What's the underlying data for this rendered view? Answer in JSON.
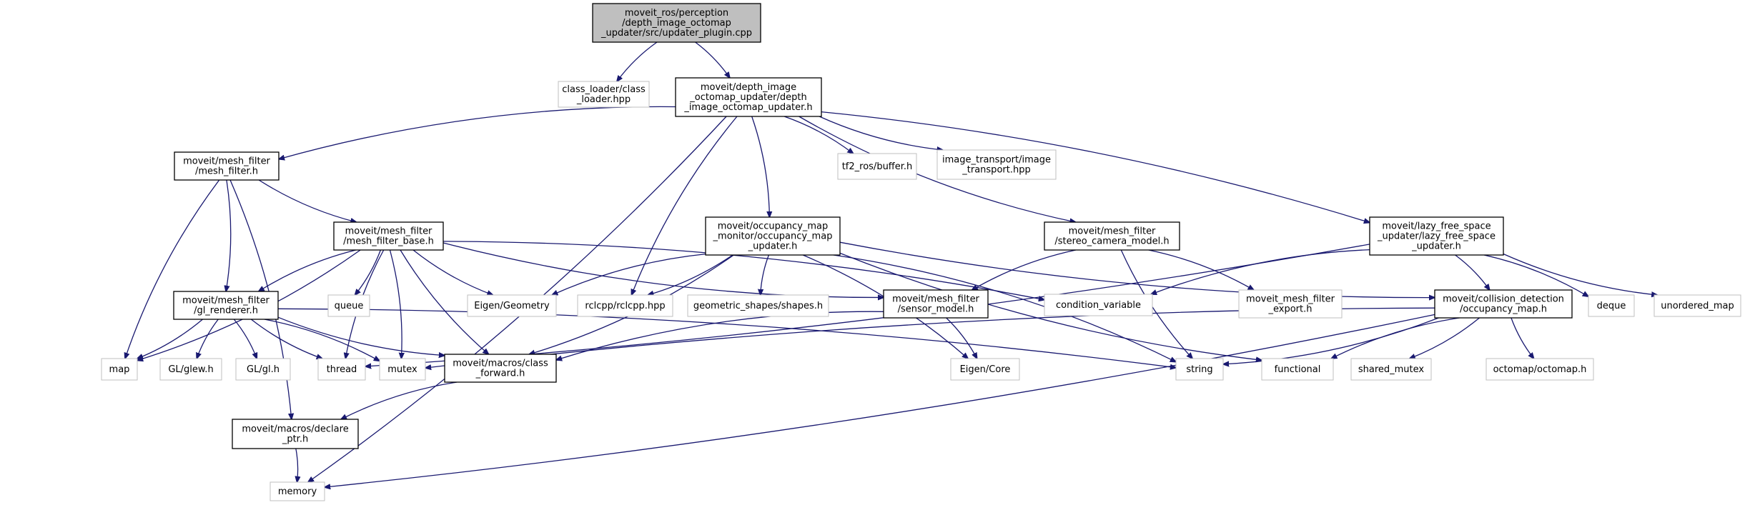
{
  "graph": {
    "edge_color": "#191970",
    "root_fill": "#bfbfbf",
    "header_border": "#000000",
    "external_border": "#bfbfbf",
    "nodes": [
      {
        "id": "root",
        "kind": "root",
        "lines": [
          "moveit_ros/perception",
          "/depth_image_octomap",
          "_updater/src/updater_plugin.cpp"
        ]
      },
      {
        "id": "class_loader",
        "kind": "external",
        "lines": [
          "class_loader/class",
          "_loader.hpp"
        ]
      },
      {
        "id": "depth_updater",
        "kind": "header",
        "lines": [
          "moveit/depth_image",
          "_octomap_updater/depth",
          "_image_octomap_updater.h"
        ]
      },
      {
        "id": "mesh_filter",
        "kind": "header",
        "lines": [
          "moveit/mesh_filter",
          "/mesh_filter.h"
        ]
      },
      {
        "id": "tf2_buffer",
        "kind": "external",
        "lines": [
          "tf2_ros/buffer.h"
        ]
      },
      {
        "id": "image_transport",
        "kind": "external",
        "lines": [
          "image_transport/image",
          "_transport.hpp"
        ]
      },
      {
        "id": "mesh_filter_base",
        "kind": "header",
        "lines": [
          "moveit/mesh_filter",
          "/mesh_filter_base.h"
        ]
      },
      {
        "id": "occupancy_monitor",
        "kind": "header",
        "lines": [
          "moveit/occupancy_map",
          "_monitor/occupancy_map",
          "_updater.h"
        ]
      },
      {
        "id": "stereo_camera",
        "kind": "header",
        "lines": [
          "moveit/mesh_filter",
          "/stereo_camera_model.h"
        ]
      },
      {
        "id": "lazy_free",
        "kind": "header",
        "lines": [
          "moveit/lazy_free_space",
          "_updater/lazy_free_space",
          "_updater.h"
        ]
      },
      {
        "id": "gl_renderer",
        "kind": "header",
        "lines": [
          "moveit/mesh_filter",
          "/gl_renderer.h"
        ]
      },
      {
        "id": "queue",
        "kind": "external",
        "lines": [
          "queue"
        ]
      },
      {
        "id": "eigen_geometry",
        "kind": "external",
        "lines": [
          "Eigen/Geometry"
        ]
      },
      {
        "id": "rclcpp",
        "kind": "external",
        "lines": [
          "rclcpp/rclcpp.hpp"
        ]
      },
      {
        "id": "geometric_shapes",
        "kind": "external",
        "lines": [
          "geometric_shapes/shapes.h"
        ]
      },
      {
        "id": "sensor_model",
        "kind": "header",
        "lines": [
          "moveit/mesh_filter",
          "/sensor_model.h"
        ]
      },
      {
        "id": "condition_variable",
        "kind": "external",
        "lines": [
          "condition_variable"
        ]
      },
      {
        "id": "mesh_filter_export",
        "kind": "external",
        "lines": [
          "moveit_mesh_filter",
          "_export.h"
        ]
      },
      {
        "id": "collision_occupancy",
        "kind": "header",
        "lines": [
          "moveit/collision_detection",
          "/occupancy_map.h"
        ]
      },
      {
        "id": "deque",
        "kind": "external",
        "lines": [
          "deque"
        ]
      },
      {
        "id": "unordered_map",
        "kind": "external",
        "lines": [
          "unordered_map"
        ]
      },
      {
        "id": "map",
        "kind": "external",
        "lines": [
          "map"
        ]
      },
      {
        "id": "gl_glew",
        "kind": "external",
        "lines": [
          "GL/glew.h"
        ]
      },
      {
        "id": "gl_gl",
        "kind": "external",
        "lines": [
          "GL/gl.h"
        ]
      },
      {
        "id": "thread",
        "kind": "external",
        "lines": [
          "thread"
        ]
      },
      {
        "id": "mutex",
        "kind": "external",
        "lines": [
          "mutex"
        ]
      },
      {
        "id": "class_forward",
        "kind": "header",
        "lines": [
          "moveit/macros/class",
          "_forward.h"
        ]
      },
      {
        "id": "eigen_core",
        "kind": "external",
        "lines": [
          "Eigen/Core"
        ]
      },
      {
        "id": "string",
        "kind": "external",
        "lines": [
          "string"
        ]
      },
      {
        "id": "functional",
        "kind": "external",
        "lines": [
          "functional"
        ]
      },
      {
        "id": "shared_mutex",
        "kind": "external",
        "lines": [
          "shared_mutex"
        ]
      },
      {
        "id": "octomap",
        "kind": "external",
        "lines": [
          "octomap/octomap.h"
        ]
      },
      {
        "id": "declare_ptr",
        "kind": "header",
        "lines": [
          "moveit/macros/declare",
          "_ptr.h"
        ]
      },
      {
        "id": "memory",
        "kind": "external",
        "lines": [
          "memory"
        ]
      }
    ],
    "edges": [
      [
        "root",
        "class_loader"
      ],
      [
        "root",
        "depth_updater"
      ],
      [
        "depth_updater",
        "mesh_filter"
      ],
      [
        "depth_updater",
        "tf2_buffer"
      ],
      [
        "depth_updater",
        "image_transport"
      ],
      [
        "depth_updater",
        "occupancy_monitor"
      ],
      [
        "depth_updater",
        "stereo_camera"
      ],
      [
        "depth_updater",
        "lazy_free"
      ],
      [
        "depth_updater",
        "rclcpp"
      ],
      [
        "depth_updater",
        "memory"
      ],
      [
        "mesh_filter",
        "mesh_filter_base"
      ],
      [
        "mesh_filter",
        "gl_renderer"
      ],
      [
        "mesh_filter",
        "map"
      ],
      [
        "mesh_filter",
        "declare_ptr"
      ],
      [
        "mesh_filter_base",
        "gl_renderer"
      ],
      [
        "mesh_filter_base",
        "queue"
      ],
      [
        "mesh_filter_base",
        "eigen_geometry"
      ],
      [
        "mesh_filter_base",
        "map"
      ],
      [
        "mesh_filter_base",
        "thread"
      ],
      [
        "mesh_filter_base",
        "mutex"
      ],
      [
        "mesh_filter_base",
        "class_forward"
      ],
      [
        "mesh_filter_base",
        "condition_variable"
      ],
      [
        "mesh_filter_base",
        "sensor_model"
      ],
      [
        "gl_renderer",
        "map"
      ],
      [
        "gl_renderer",
        "gl_glew"
      ],
      [
        "gl_renderer",
        "gl_gl"
      ],
      [
        "gl_renderer",
        "thread"
      ],
      [
        "gl_renderer",
        "mutex"
      ],
      [
        "gl_renderer",
        "class_forward"
      ],
      [
        "gl_renderer",
        "string"
      ],
      [
        "occupancy_monitor",
        "eigen_geometry"
      ],
      [
        "occupancy_monitor",
        "rclcpp"
      ],
      [
        "occupancy_monitor",
        "geometric_shapes"
      ],
      [
        "occupancy_monitor",
        "class_forward"
      ],
      [
        "occupancy_monitor",
        "collision_occupancy"
      ],
      [
        "occupancy_monitor",
        "string"
      ],
      [
        "occupancy_monitor",
        "functional"
      ],
      [
        "occupancy_monitor",
        "eigen_core"
      ],
      [
        "stereo_camera",
        "sensor_model"
      ],
      [
        "stereo_camera",
        "mesh_filter_export"
      ],
      [
        "stereo_camera",
        "string"
      ],
      [
        "lazy_free",
        "collision_occupancy"
      ],
      [
        "lazy_free",
        "condition_variable"
      ],
      [
        "lazy_free",
        "deque"
      ],
      [
        "lazy_free",
        "unordered_map"
      ],
      [
        "lazy_free",
        "thread"
      ],
      [
        "sensor_model",
        "class_forward"
      ],
      [
        "sensor_model",
        "eigen_core"
      ],
      [
        "collision_occupancy",
        "mutex"
      ],
      [
        "collision_occupancy",
        "string"
      ],
      [
        "collision_occupancy",
        "functional"
      ],
      [
        "collision_occupancy",
        "shared_mutex"
      ],
      [
        "collision_occupancy",
        "octomap"
      ],
      [
        "collision_occupancy",
        "memory"
      ],
      [
        "class_forward",
        "declare_ptr"
      ],
      [
        "declare_ptr",
        "memory"
      ]
    ]
  }
}
